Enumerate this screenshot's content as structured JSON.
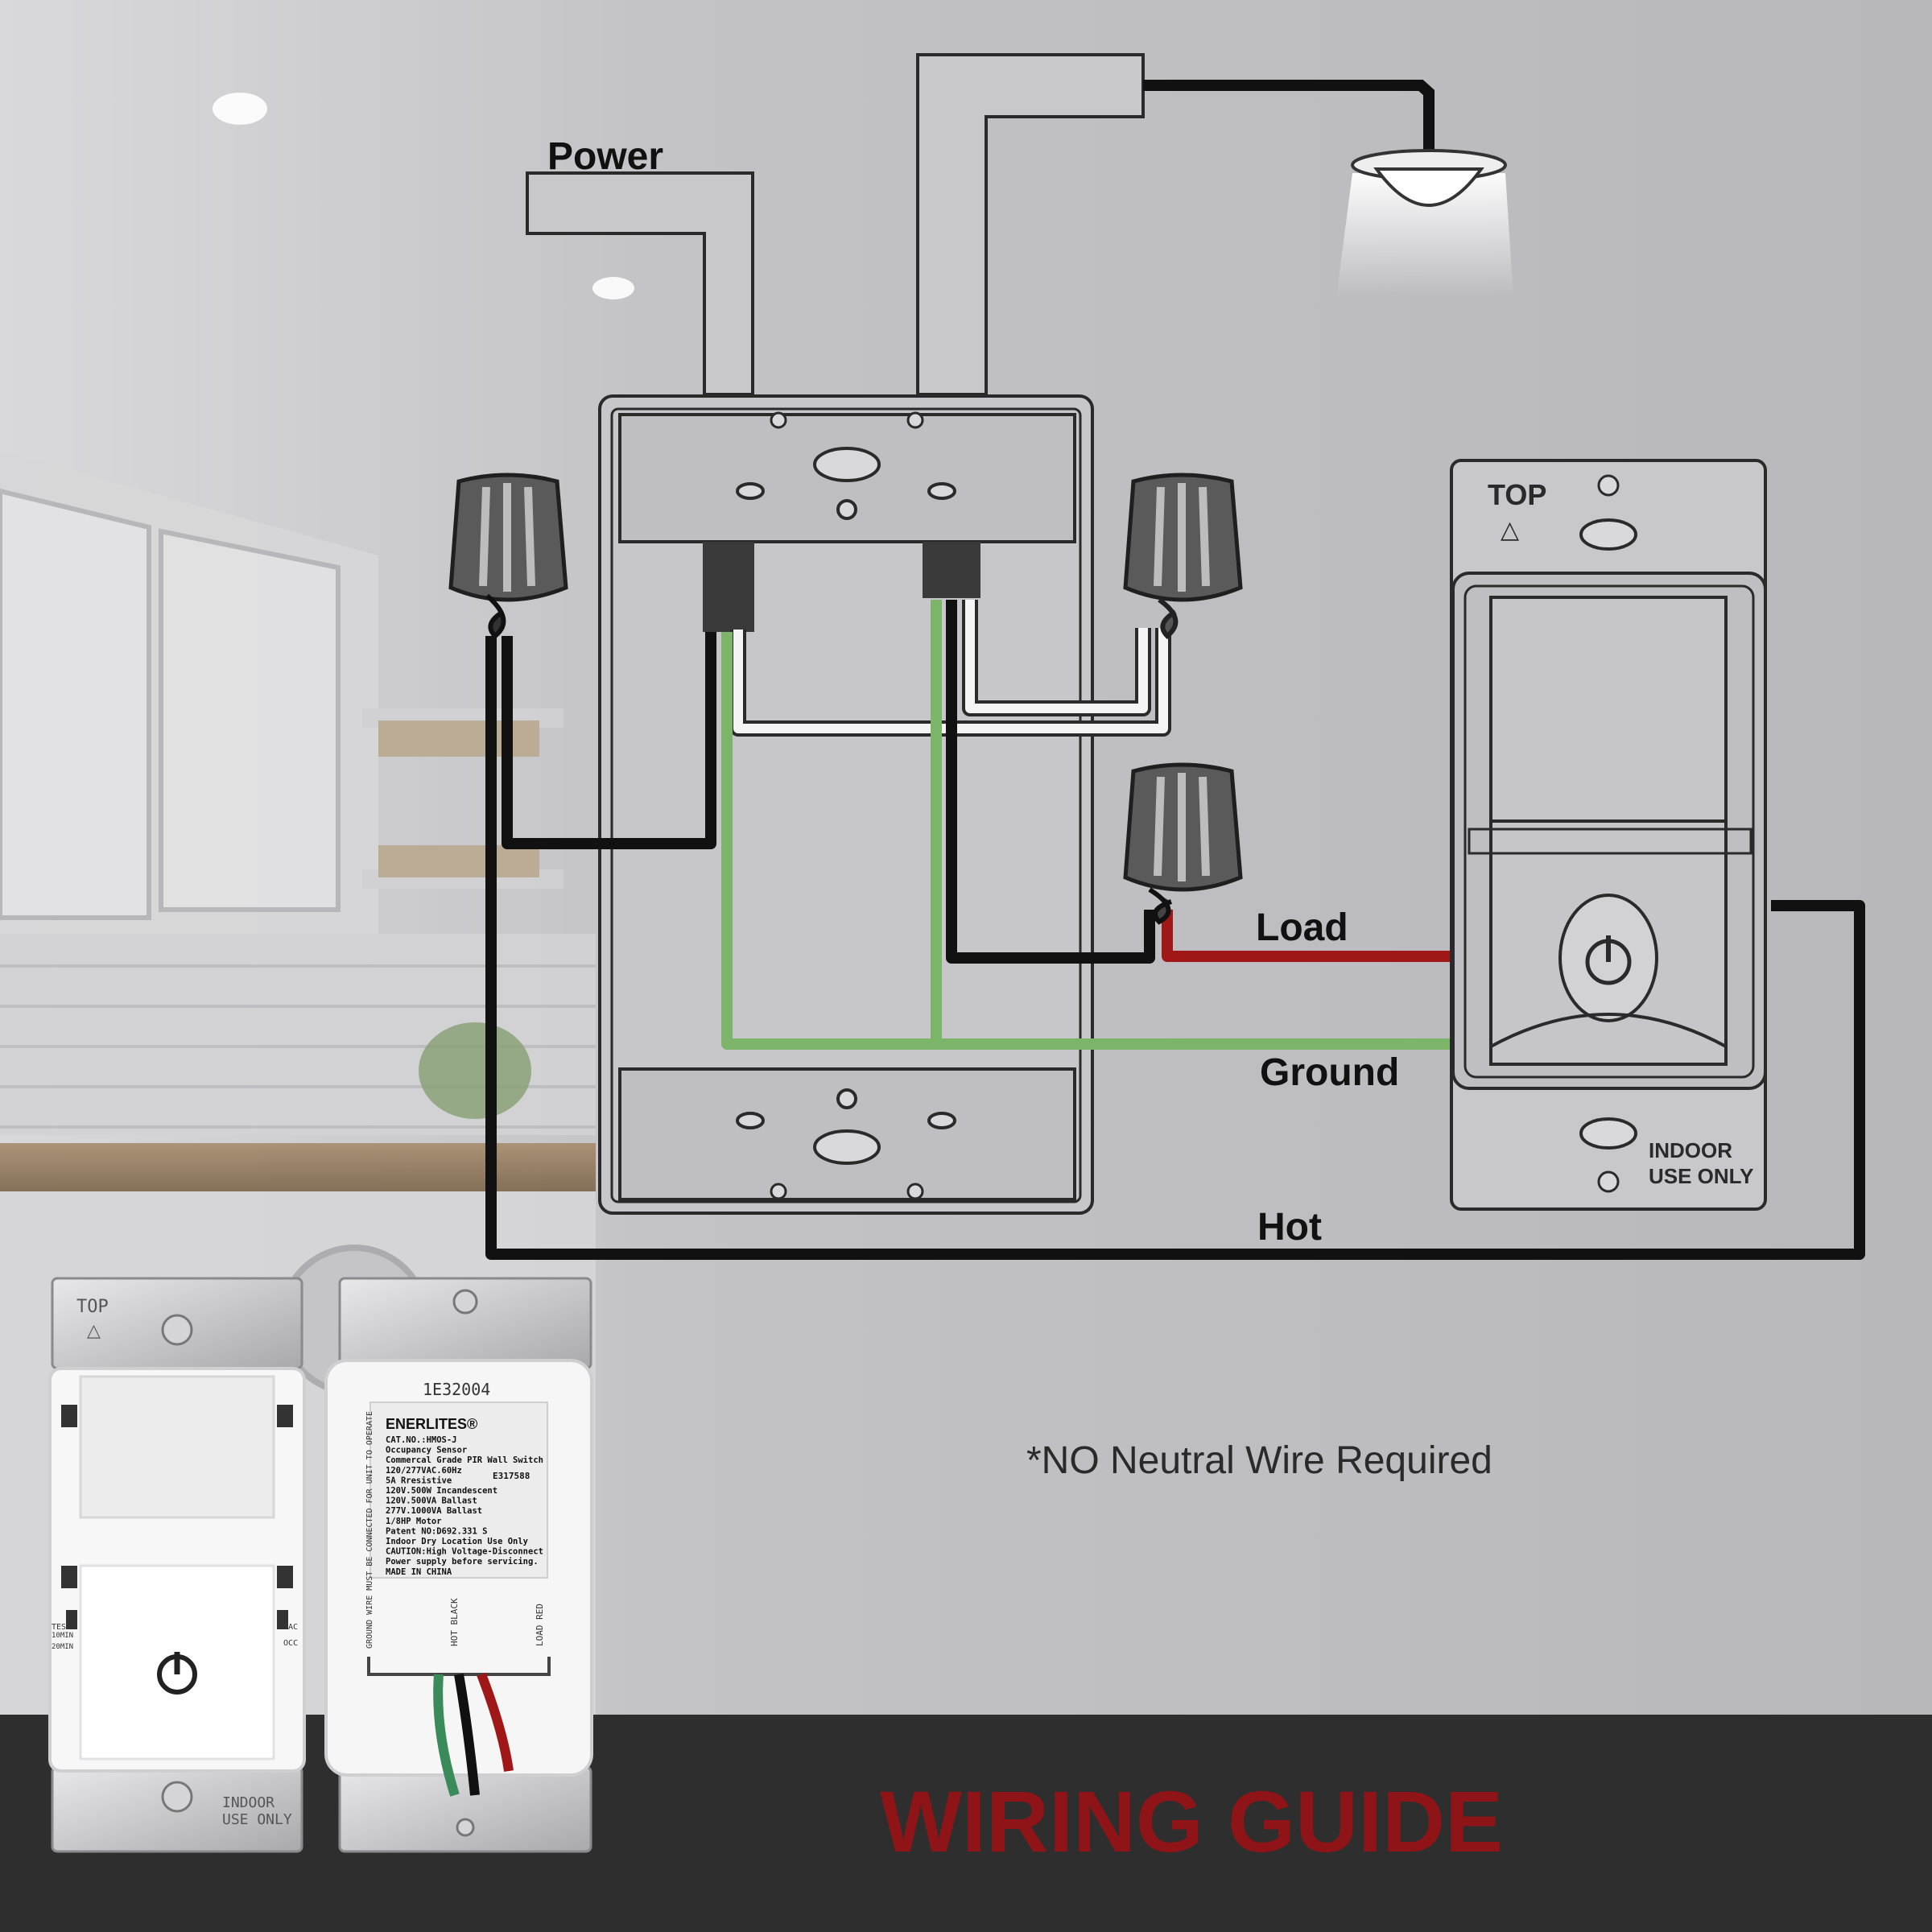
{
  "diagram": {
    "labels": {
      "power": "Power",
      "load": "Load",
      "ground": "Ground",
      "hot": "Hot"
    },
    "switch_diagram": {
      "top": "TOP",
      "top_arrow": "△",
      "indoor_line1": "INDOOR",
      "indoor_line2": "USE ONLY"
    },
    "note": "*NO Neutral Wire Required",
    "banner_title": "WIRING GUIDE"
  },
  "product_front": {
    "top": "TOP",
    "top_arrow": "△",
    "test": "TEST",
    "t10": "10MIN",
    "t20": "20MIN",
    "vac": "VAC",
    "occ": "OCC",
    "indoor_line1": "INDOOR",
    "indoor_line2": "USE ONLY"
  },
  "product_back": {
    "serial": "1E32004",
    "brand": "ENERLITES®",
    "label_lines": [
      "CAT.NO.:HMOS-J",
      "Occupancy Sensor",
      "Commercal Grade PIR Wall Switch",
      "120/277VAC.60Hz",
      "5A Rresistive",
      "120V.500W Incandescent",
      "120V.500VA Ballast",
      "277V.1000VA Ballast",
      "1/8HP Motor",
      "Patent NO:D692.331 S",
      "Indoor Dry Location Use Only",
      "CAUTION:High Voltage-Disconnect",
      "Power supply before servicing.",
      "MADE IN CHINA"
    ],
    "cert": "E317588",
    "ground_text": "GROUND WIRE MUST BE CONNECTED FOR UNIT TO OPERATE",
    "hot_text": "HOT BLACK",
    "load_text": "LOAD RED"
  },
  "colors": {
    "wire_black": "#111111",
    "wire_green": "#7cb46a",
    "wire_red": "#a01717",
    "wire_white": "#f4f4f4",
    "banner_bg": "#2e2e2e",
    "banner_text": "#8e1418",
    "wall": "#b9b9bd"
  }
}
